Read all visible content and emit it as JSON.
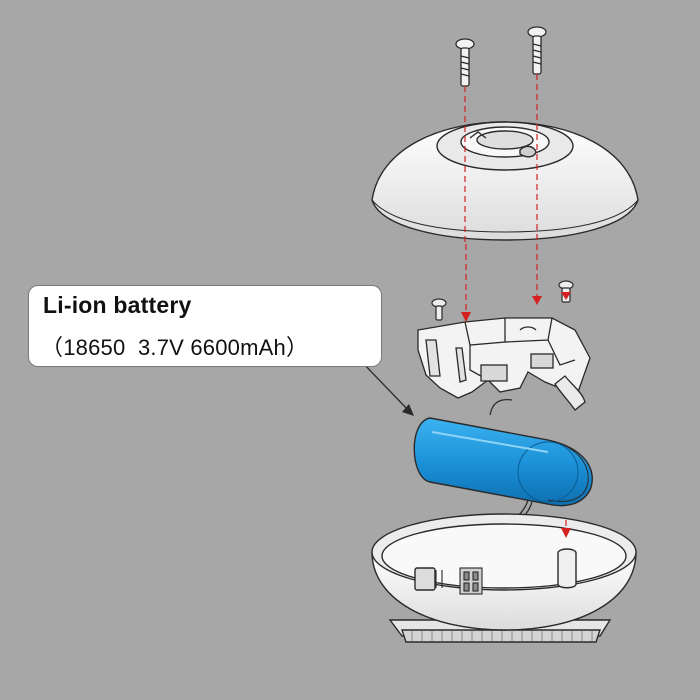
{
  "callout": {
    "title": "Li-ion battery",
    "spec": "（18650  3.7V 6600mAh）"
  },
  "parts": {
    "screws": "screws",
    "top_cover": "top-cover",
    "battery_bracket": "battery-bracket",
    "battery": "battery",
    "base_housing": "base-housing"
  },
  "colors": {
    "background": "#a7a7a7",
    "battery": "#1a8fd6",
    "guide_line": "#d42020",
    "housing": "#f4f4f4",
    "outline": "#2a2a2a"
  }
}
